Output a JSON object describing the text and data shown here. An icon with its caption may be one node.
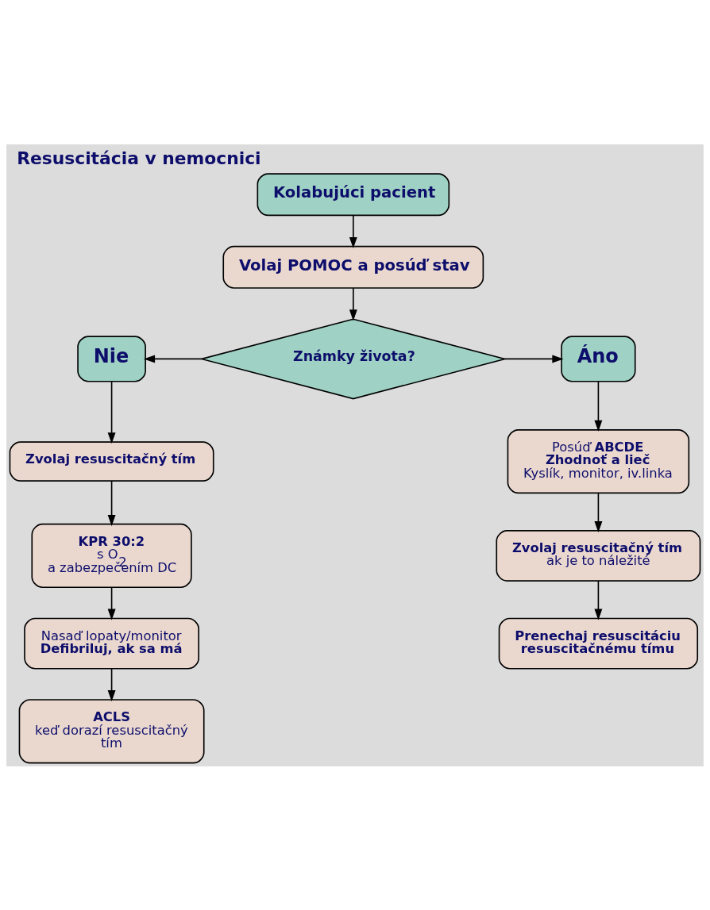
{
  "diagram": {
    "title": "Resuscitácia v nemocnici",
    "nodes": [
      {
        "text": [
          "Kolabujúci pacient"
        ]
      },
      {
        "text": [
          "Volaj POMOC a posúď stav"
        ]
      },
      {
        "text": [
          "Známky života?"
        ]
      },
      {
        "text": [
          "Nie"
        ]
      },
      {
        "text": [
          "Áno"
        ]
      },
      {
        "text": [
          "Zvolaj resuscitačný tím"
        ]
      },
      {
        "text": [
          "KPR 30:2",
          "s O$_{2}$",
          "a zabezpečením DC"
        ]
      },
      {
        "text": [
          "Nasaď lopaty/monitor",
          "Defibriluj, ak sa má"
        ]
      },
      {
        "text": [
          "ACLS",
          "keď dorazí resuscitačný tím"
        ]
      },
      {
        "text": [
          "Posúď **ABCDE**",
          "Zhodnoť a lieč",
          "Kyslík, monitor, iv.linka"
        ]
      },
      {
        "text": [
          "Zvolaj resuscitačný tím",
          "ak je to náležité"
        ]
      },
      {
        "text": [
          "Prenechaj resuscitáciu resuscitačnému tímu"
        ]
      }
    ],
    "edges": [
      {
        "from": 0,
        "to": 1,
        "arrow": "to"
      },
      {
        "from": 1,
        "to": 2,
        "arrow": "to"
      },
      {
        "from": 2,
        "to": 3,
        "arrow": "to"
      },
      {
        "from": 2,
        "to": 4,
        "arrow": "to"
      },
      {
        "from": 3,
        "to": 5,
        "arrow": "to"
      },
      {
        "from": 5,
        "to": 6,
        "arrow": "to"
      },
      {
        "from": 6,
        "to": 7,
        "arrow": "to"
      },
      {
        "from": 7,
        "to": 8,
        "arrow": "to"
      },
      {
        "from": 4,
        "to": 9,
        "arrow": "to"
      },
      {
        "from": 9,
        "to": 10,
        "arrow": "to"
      },
      {
        "from": 10,
        "to": 11,
        "arrow": "to"
      }
    ]
  }
}
